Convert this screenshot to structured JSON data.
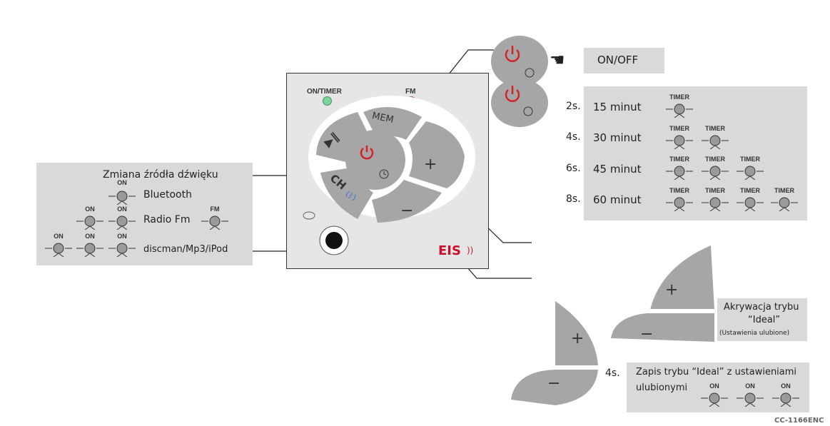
{
  "device": {
    "indicator_on_timer": "ON/TIMER",
    "indicator_fm": "FM",
    "mem_label": "MEM",
    "ch_label": "CH",
    "plus": "+",
    "minus": "−",
    "brand": "EIS",
    "colors": {
      "power_red": "#d2232a",
      "on_timer_led": "#7fd39a",
      "fm_led": "#f0a27a",
      "button_gray": "#a6a6a6",
      "panel_gray": "#d9d9d9",
      "brand_red": "#c8102e"
    }
  },
  "on_off": {
    "label": "ON/OFF"
  },
  "timer": {
    "rows": [
      {
        "press": "2s.",
        "duration": "15 minut",
        "leds": [
          "TIMER"
        ]
      },
      {
        "press": "4s.",
        "duration": "30 minut",
        "leds": [
          "TIMER",
          "TIMER"
        ]
      },
      {
        "press": "6s.",
        "duration": "45 minut",
        "leds": [
          "TIMER",
          "TIMER",
          "TIMER"
        ]
      },
      {
        "press": "8s.",
        "duration": "60 minut",
        "leds": [
          "TIMER",
          "TIMER",
          "TIMER",
          "TIMER"
        ]
      }
    ]
  },
  "source": {
    "title": "Zmiana źródła dźwięku",
    "rows": [
      {
        "label": "Bluetooth",
        "led": "ON"
      },
      {
        "label": "Radio Fm",
        "leds": [
          "ON",
          "ON"
        ],
        "extra": "FM"
      },
      {
        "label": "discman/Mp3/iPod",
        "leds": [
          "ON",
          "ON",
          "ON"
        ]
      }
    ]
  },
  "ideal": {
    "activation_line1": "Akrywacja trybu",
    "activation_line2": "“Ideal”",
    "activation_note": "(Ustawienia ulubione)",
    "save_press": "4s.",
    "save_line1": "Zapis trybu “Ideal” z ustawieniami",
    "save_line2": "ulubionymi",
    "save_leds": [
      "ON",
      "ON",
      "ON"
    ]
  },
  "footer_code": "CC-1166ENC"
}
